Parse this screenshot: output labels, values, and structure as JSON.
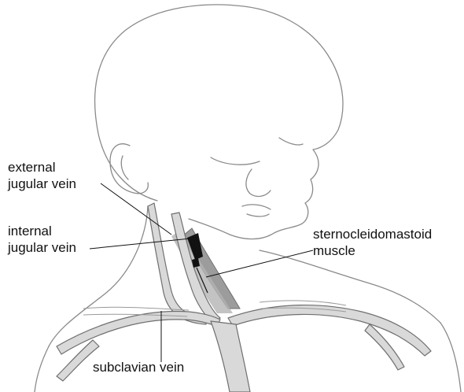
{
  "labels": {
    "external_jugular_vein": {
      "line1": "external",
      "line2": "jugular vein"
    },
    "internal_jugular_vein": {
      "line1": "internal",
      "line2": "jugular vein"
    },
    "sternocleidomastoid_muscle": {
      "line1": "sternocleidomastoid",
      "line2": "muscle"
    },
    "subclavian_vein": {
      "line1": "subclavian vein"
    }
  },
  "colors": {
    "outline": "#8a8a8a",
    "vein_fill": "#d9d9d9",
    "muscle_fill": "#9c9c9c",
    "catheter": "#111111",
    "leader_line": "#111111"
  }
}
